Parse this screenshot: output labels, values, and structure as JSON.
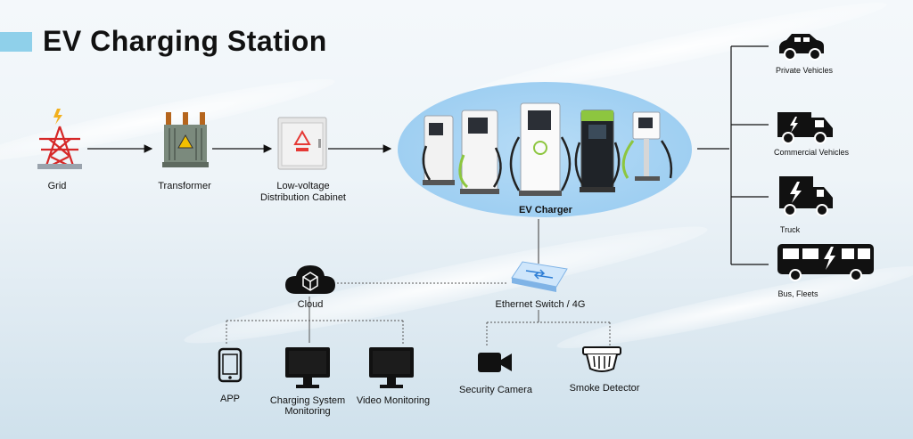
{
  "title": "EV Charging Station",
  "nodes": {
    "grid": "Grid",
    "transformer": "Transformer",
    "cabinet_line1": "Low-voltage",
    "cabinet_line2": "Distribution Cabinet",
    "ev_charger": "EV Charger",
    "cloud": "Cloud",
    "ethernet": "Ethernet Switch / 4G",
    "app": "APP",
    "charging_monitor_line1": "Charging System",
    "charging_monitor_line2": "Monitoring",
    "video_monitoring": "Video Monitoring",
    "security_camera": "Security Camera",
    "smoke_detector": "Smoke Detector"
  },
  "vehicles": {
    "private": "Private Vehicles",
    "commercial": "Commercial Vehicles",
    "truck": "Truck",
    "bus": "Bus, Fleets"
  },
  "colors": {
    "accent_bar": "#8fd0ea",
    "charger_ellipse": "#9fcff2",
    "charger_green": "#8dc63f",
    "warning_red": "#e53935"
  }
}
